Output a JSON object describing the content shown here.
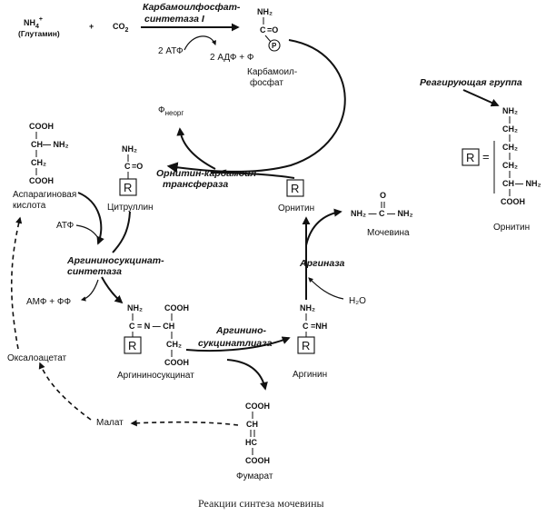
{
  "inputs": {
    "nh4": "NH",
    "nh4_sub": "4",
    "nh4_sup": "+",
    "glutamine": "(Глутамин)",
    "plus": "+",
    "co2": "CO",
    "co2_sub": "2"
  },
  "enzyme_cps": {
    "line1": "Карбамоилфосфат-",
    "line2": "синтетаза I"
  },
  "atp_in": "2 АТФ",
  "adp_out": "2 АДФ + Ф",
  "carbamoyl_phosphate": {
    "nh2": "NH₂",
    "c": "C",
    "eq_o": "=O",
    "p": "P",
    "label_line1": "Карбамоил-",
    "label_line2": "фосфат"
  },
  "phosphate_out": {
    "main": "Ф",
    "sub": "неорг"
  },
  "enzyme_otc": {
    "line1": "Орнитин-карбамоил-",
    "line2": "трансфераза"
  },
  "citrulline": {
    "nh2": "NH₂",
    "c": "C",
    "eq_o": "=O",
    "r": "R",
    "label": "Цитруллин"
  },
  "ornithine_center": {
    "r": "R",
    "label": "Орнитин"
  },
  "aspartate": {
    "cooh_top": "COOH",
    "ch": "CH",
    "nh2": "— NH₂",
    "ch2": "CH₂",
    "cooh_bottom": "COOH",
    "label_line1": "Аспарагиновая",
    "label_line2": "кислота"
  },
  "atp2": "АТФ",
  "enzyme_ass": {
    "line1": "Аргининосукцинат-",
    "line2": "синтетаза"
  },
  "amp_out": "АМФ + ФФ",
  "argininosuccinate": {
    "nh2": "NH₂",
    "c_eq_n": "C = N — CH",
    "cooh_top": "COOH",
    "ch2": "CH₂",
    "cooh_bottom": "COOH",
    "r": "R",
    "label": "Аргининосукцинат"
  },
  "enzyme_asl": {
    "line1": "Аргинино-",
    "line2": "сукцинатлиаза"
  },
  "arginine": {
    "nh2": "NH₂",
    "c_eq_nh": "C =NH",
    "r": "R",
    "label": "Аргинин"
  },
  "enzyme_arg": "Аргиназа",
  "water": "H₂O",
  "urea": {
    "formula": "NH₂ — C — NH₂",
    "o": "O",
    "label": "Мочевина"
  },
  "fumarate": {
    "cooh_top": "COOH",
    "ch": "CH",
    "hc": "HC",
    "cooh_bottom": "COOH",
    "label": "Фумарат"
  },
  "malate": "Малат",
  "oxaloacetate": "Оксалоацетат",
  "reactive_group": {
    "title": "Реагирующая группа",
    "r": "R",
    "equals": "=",
    "nh2_top": "NH₂",
    "ch2_a": "CH₂",
    "ch2_b": "CH₂",
    "ch2_c": "CH₂",
    "ch": "CH",
    "nh2_side": "— NH₂",
    "cooh": "COOH",
    "label": "Орнитин"
  },
  "caption": "Реакции синтеза мочевины"
}
